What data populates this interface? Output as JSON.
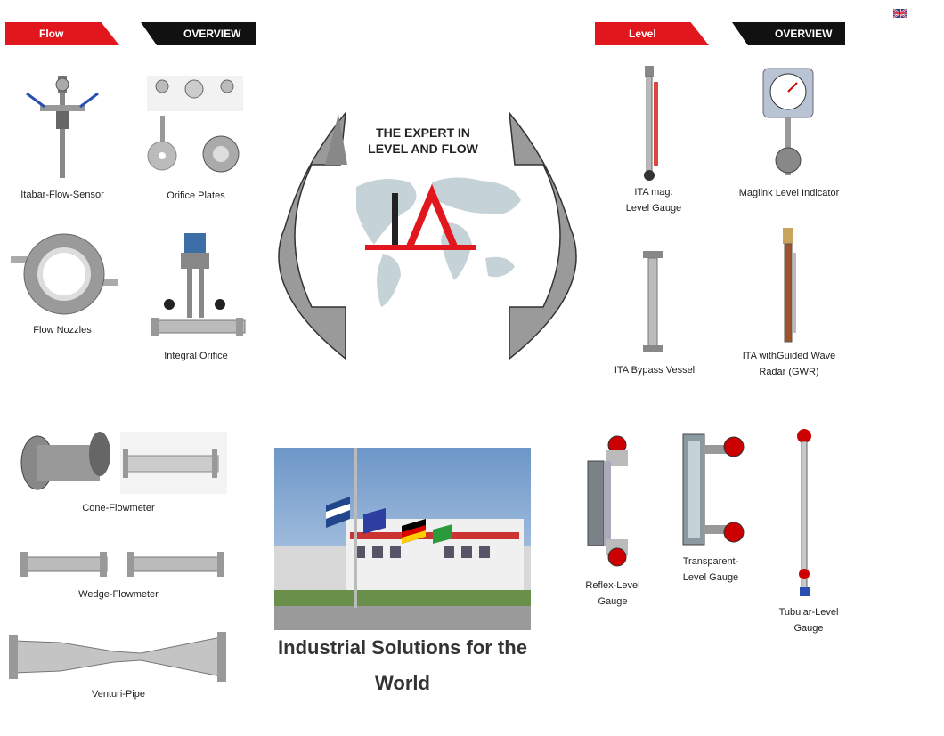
{
  "header": {
    "flow_tag": "Flow",
    "flow_overview": "OVERVIEW",
    "level_tag": "Level",
    "level_overview": "OVERVIEW",
    "language_icon": "uk-flag-icon"
  },
  "center": {
    "slogan_line1": "THE EXPERT IN",
    "slogan_line2": "LEVEL AND FLOW",
    "logo_text": "IA",
    "headline_line1": "Industrial Solutions for the",
    "headline_line2": "World"
  },
  "flow_products": {
    "itabar": "Itabar-Flow-Sensor",
    "orifice_plates": "Orifice Plates",
    "flow_nozzles": "Flow Nozzles",
    "integral_orifice": "Integral Orifice",
    "cone_flowmeter": "Cone-Flowmeter",
    "wedge_flowmeter": "Wedge-Flowmeter",
    "venturi_pipe": "Venturi-Pipe"
  },
  "level_products": {
    "ita_mag_1": "ITA mag.",
    "ita_mag_2": "Level Gauge",
    "maglink": "Maglink Level Indicator",
    "bypass": "ITA Bypass Vessel",
    "gwr_1": "ITA withGuided Wave",
    "gwr_2": "Radar (GWR)",
    "reflex_1": "Reflex-Level",
    "reflex_2": "Gauge",
    "transparent_1": "Transparent-",
    "transparent_2": "Level Gauge",
    "tubular_1": "Tubular-Level",
    "tubular_2": "Gauge"
  },
  "colors": {
    "brand_red": "#e2161d",
    "black": "#111111"
  }
}
